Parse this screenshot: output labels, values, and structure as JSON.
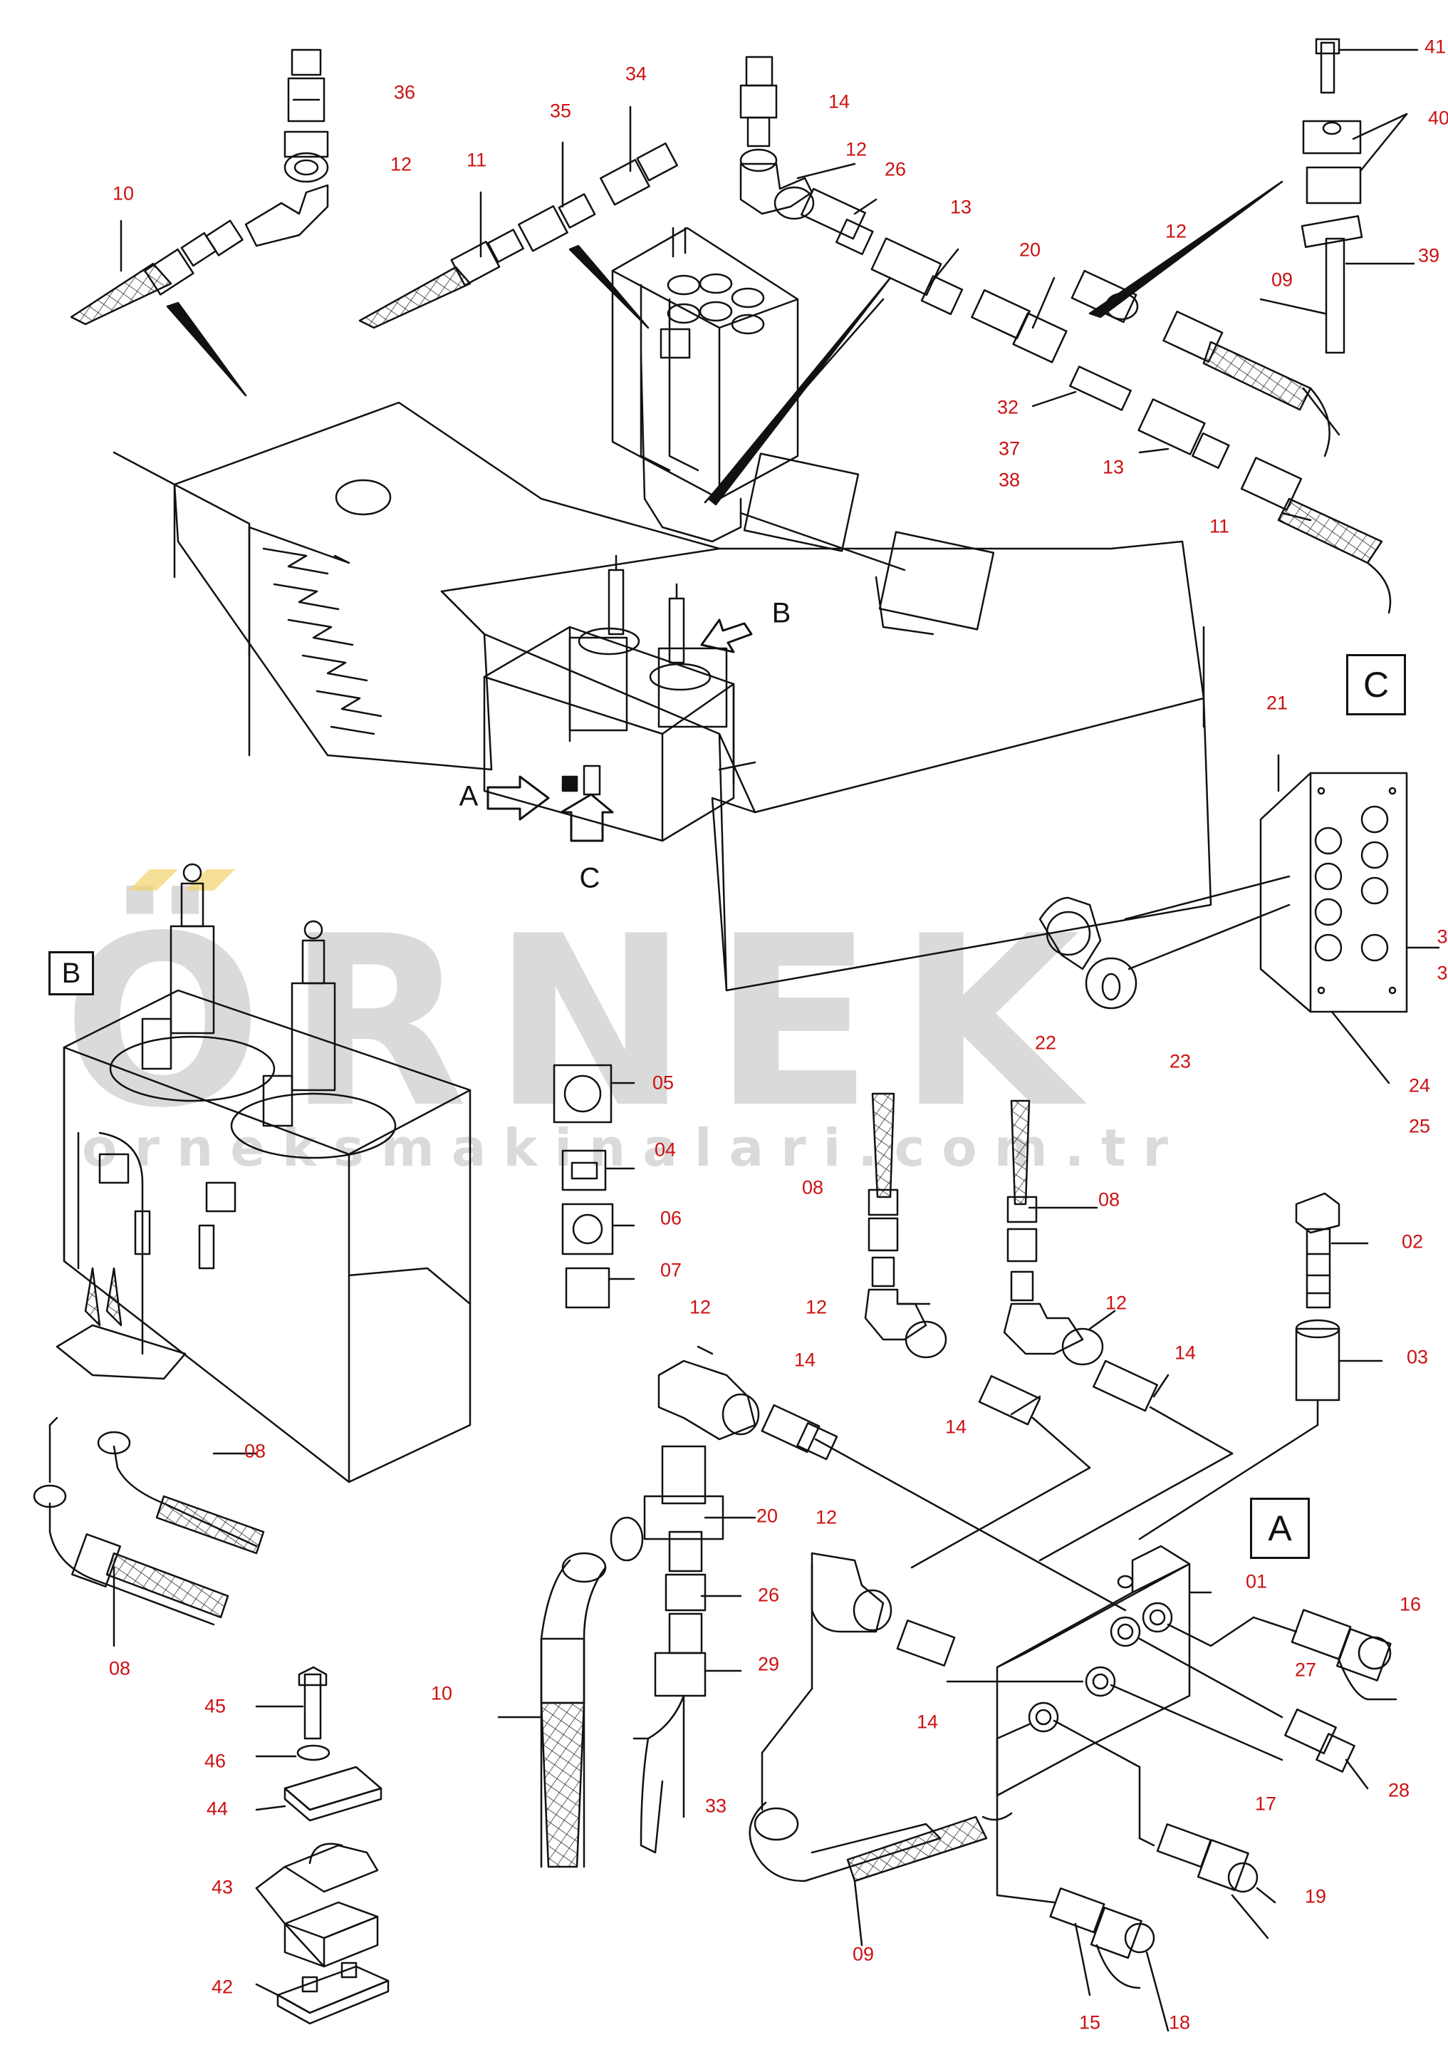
{
  "watermark": {
    "logo": "ÖRNEK",
    "url": "orneksmakinalari.com.tr"
  },
  "view_markers": {
    "a": "A",
    "b": "B",
    "c": "C"
  },
  "view_boxes": {
    "a": "A",
    "b": "B",
    "c": "C"
  },
  "callouts": {
    "p41": "41",
    "p40": "40",
    "p36": "36",
    "p35": "35",
    "p34": "34",
    "p14_top": "14",
    "p12_top_left": "12",
    "p12_top_mid": "12",
    "p26_top": "26",
    "p10_top": "10",
    "p11_top": "11",
    "p13_top": "13",
    "p20_top": "20",
    "p12_top_right": "12",
    "p09_top": "09",
    "p39": "39",
    "p32": "32",
    "p37": "37",
    "p38": "38",
    "p13_right": "13",
    "p11_right": "11",
    "p21": "21",
    "p3_a": "3",
    "p3_b": "3",
    "p22": "22",
    "p23": "23",
    "p24": "24",
    "p25": "25",
    "p05": "05",
    "p04": "04",
    "p06": "06",
    "p07": "07",
    "p08_mid_left": "08",
    "p08_mid_right": "08",
    "p02": "02",
    "p12_mid_left": "12",
    "p12_mid_right": "12",
    "p03": "03",
    "p12_center": "12",
    "p14_center": "14",
    "p14_mid_left": "14",
    "p14_mid_right": "14",
    "p08_left_a": "08",
    "p08_left_b": "08",
    "p20_center": "20",
    "p12_lower": "12",
    "p26_center": "26",
    "p29": "29",
    "p10_center": "10",
    "p33": "33",
    "p14_lower": "14",
    "p01": "01",
    "p16": "16",
    "p27": "27",
    "p28": "28",
    "p17": "17",
    "p19": "19",
    "p09_bottom": "09",
    "p15": "15",
    "p18": "18",
    "p45": "45",
    "p46": "46",
    "p44": "44",
    "p43": "43",
    "p42": "42"
  }
}
